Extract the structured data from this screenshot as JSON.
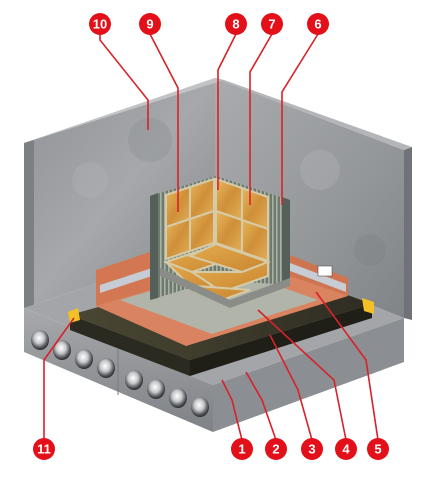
{
  "diagram": {
    "colors": {
      "badge": "#e3101a",
      "leader": "#d8222a",
      "concrete": "#9d9fa2",
      "screed": "#3a3a2a",
      "membrane": "#d98361",
      "adhesive": "#b5b7b0",
      "tile": "#d9a24a",
      "sealing_tape": "#f3c126"
    },
    "callouts": [
      {
        "number": "1"
      },
      {
        "number": "2"
      },
      {
        "number": "3"
      },
      {
        "number": "4"
      },
      {
        "number": "5"
      },
      {
        "number": "6"
      },
      {
        "number": "7"
      },
      {
        "number": "8"
      },
      {
        "number": "9"
      },
      {
        "number": "10"
      },
      {
        "number": "11"
      }
    ]
  }
}
